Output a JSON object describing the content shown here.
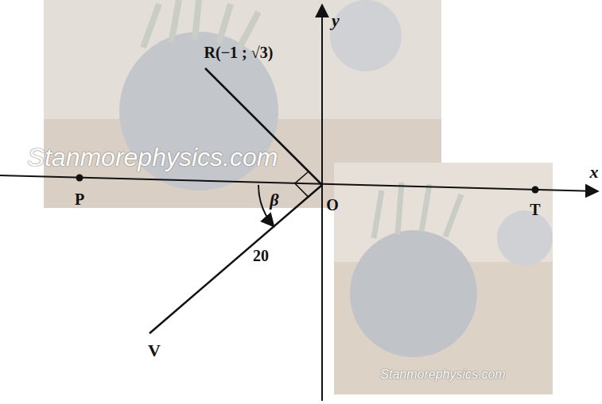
{
  "diagram": {
    "labels": [
      "R(−1 ; √3)",
      "y",
      "x",
      "P",
      "O",
      "T",
      "β",
      "20",
      "V",
      "Stanmorephysics.com",
      "Stanmorephysics.com"
    ]
  }
}
